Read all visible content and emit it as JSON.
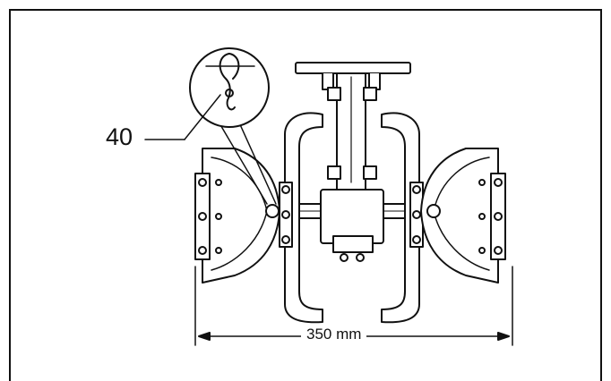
{
  "callout": {
    "label": "40"
  },
  "dimension": {
    "label": "350 mm"
  },
  "icons": {
    "main": "tiller-tines-assembly-illustration",
    "detail": "hairpin-clip-detail"
  }
}
